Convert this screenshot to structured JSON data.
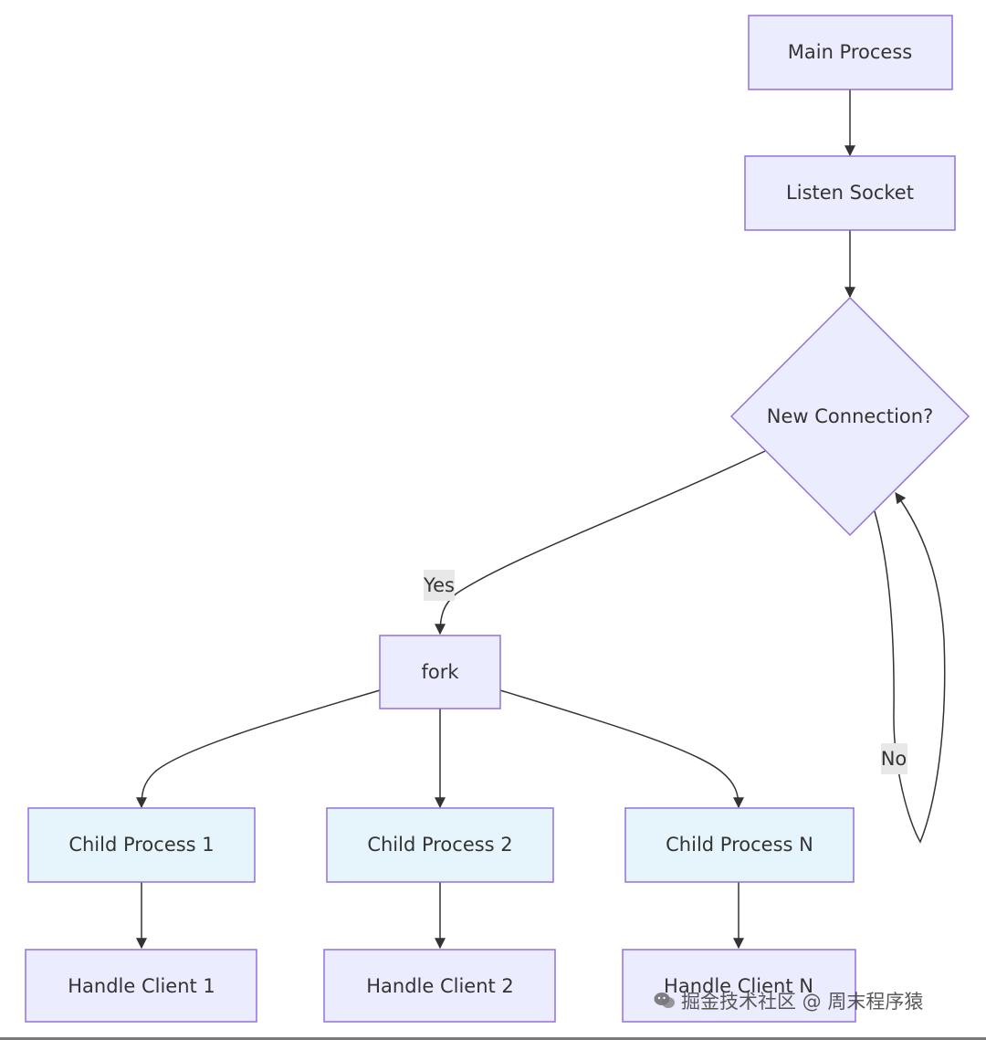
{
  "nodes": {
    "main_process": "Main Process",
    "listen_socket": "Listen Socket",
    "new_connection": "New Connection?",
    "fork": "fork",
    "child_1": "Child Process 1",
    "child_2": "Child Process 2",
    "child_n": "Child Process N",
    "handle_1": "Handle Client 1",
    "handle_2": "Handle Client 2",
    "handle_n": "Handle Client N"
  },
  "edges": {
    "yes_label": "Yes",
    "no_label": "No"
  },
  "watermark": {
    "text": "掘金技术社区 @ 周末程序猿",
    "icon": "wechat-icon"
  },
  "colors": {
    "node_fill": "#ececff",
    "child_fill": "#e6f4fb",
    "node_stroke": "#9370db",
    "edge_stroke": "#333333"
  }
}
